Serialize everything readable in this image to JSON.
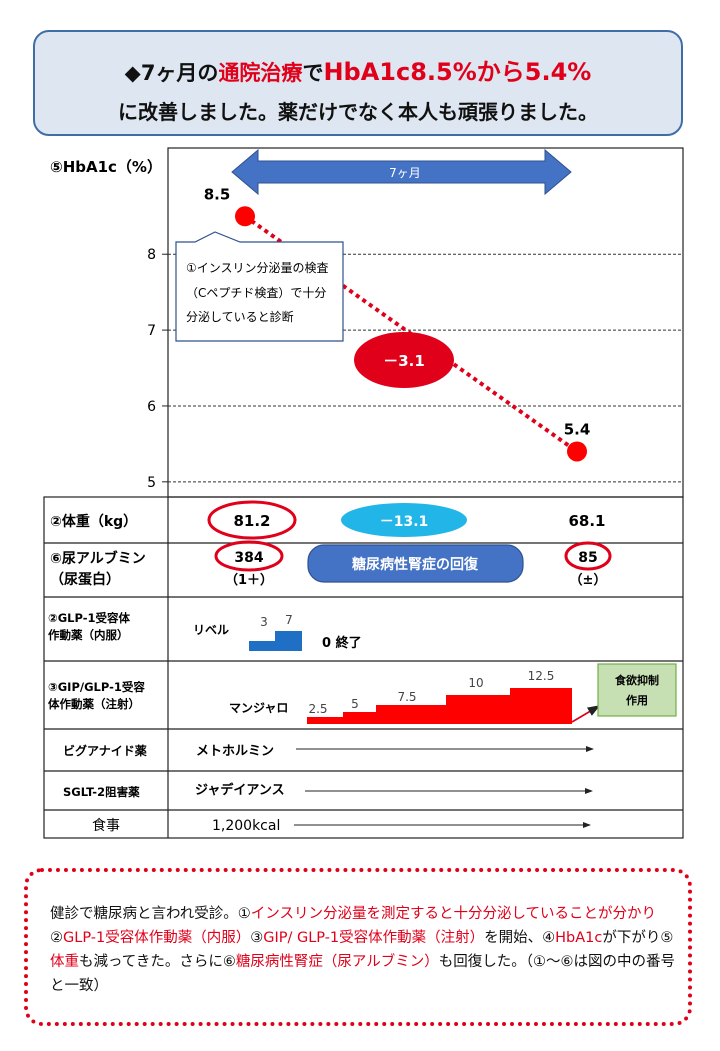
{
  "header": {
    "h1_prefix": "◆7ヶ月の",
    "h1_red1": "通院治療",
    "h1_mid": "で",
    "h1_red2": "HbA1c8.5%から5.4%",
    "line2": "に改善しました。薬だけでなく本人も頑張りました。"
  },
  "colors": {
    "red": "#e0001a",
    "blue": "#4472c4",
    "cyan": "#22b5e8",
    "pill": "#4472c4",
    "green_box": "#c6e0b4"
  },
  "chart_data": {
    "type": "line",
    "title": "⑤HbA1c（%）",
    "period_label": "7ヶ月",
    "y_ticks": [
      "8",
      "7",
      "6",
      "5"
    ],
    "ylim": [
      4.8,
      9.4
    ],
    "grid": "dashed at 5, 6, 7, 8",
    "points": [
      {
        "x": "start",
        "y": 8.5,
        "label": "8.5"
      },
      {
        "x": "7 months",
        "y": 5.4,
        "label": "5.4"
      }
    ],
    "change_label": "－3.1",
    "callout": [
      "①インスリン分泌量の検査",
      "（Cペプチド検査）で十分",
      "分泌していると診断"
    ]
  },
  "table": {
    "weight": {
      "label": "②体重（kg）",
      "before": "81.2",
      "change": "－13.1",
      "after": "68.1"
    },
    "albumin": {
      "label1": "⑥尿アルブミン",
      "label2": "（尿蛋白）",
      "before": "384",
      "before_sub": "（1＋）",
      "pill": "糖尿病性腎症の回復",
      "after": "85",
      "after_sub": "（±）"
    },
    "glp1_oral": {
      "label1": "②GLP-1受容体",
      "label2": "作動薬（内服）",
      "drug": "リベル",
      "doses": [
        "3",
        "7"
      ],
      "end": "0 終了"
    },
    "gip_glp1": {
      "label1": "③GIP/GLP-1受容",
      "label2": "体作動薬（注射）",
      "drug": "マンジャロ",
      "doses": [
        "2.5",
        "5",
        "7.5",
        "10",
        "12.5"
      ],
      "effect1": "食欲抑制",
      "effect2": "作用"
    },
    "biguanide": {
      "label": "ビグアナイド薬",
      "drug": "メトホルミン"
    },
    "sglt2": {
      "label": "SGLT-2阻害薬",
      "drug": "ジャデイアンス"
    },
    "diet": {
      "label": "食事",
      "value": "1,200kcal"
    }
  },
  "note": {
    "t1": "健診で糖尿病と言われ受診。①",
    "r1": "インスリン分泌量を測定すると十分分泌していることが分かり",
    "t2": "②",
    "r2": "GLP-1受容体作動薬（内服）",
    "t3": "③",
    "r3": "GIP/ GLP-1受容体作動薬（注射）",
    "t4": "を開始、④",
    "r4": "HbA1c",
    "t5": "が下がり⑤",
    "r5": "体重",
    "t6": "も減ってきた。さらに⑥",
    "r6": "糖尿病性腎症（尿アルブミン）",
    "t7": "も回復した。（①～⑥は図の中の番号と一致）"
  }
}
